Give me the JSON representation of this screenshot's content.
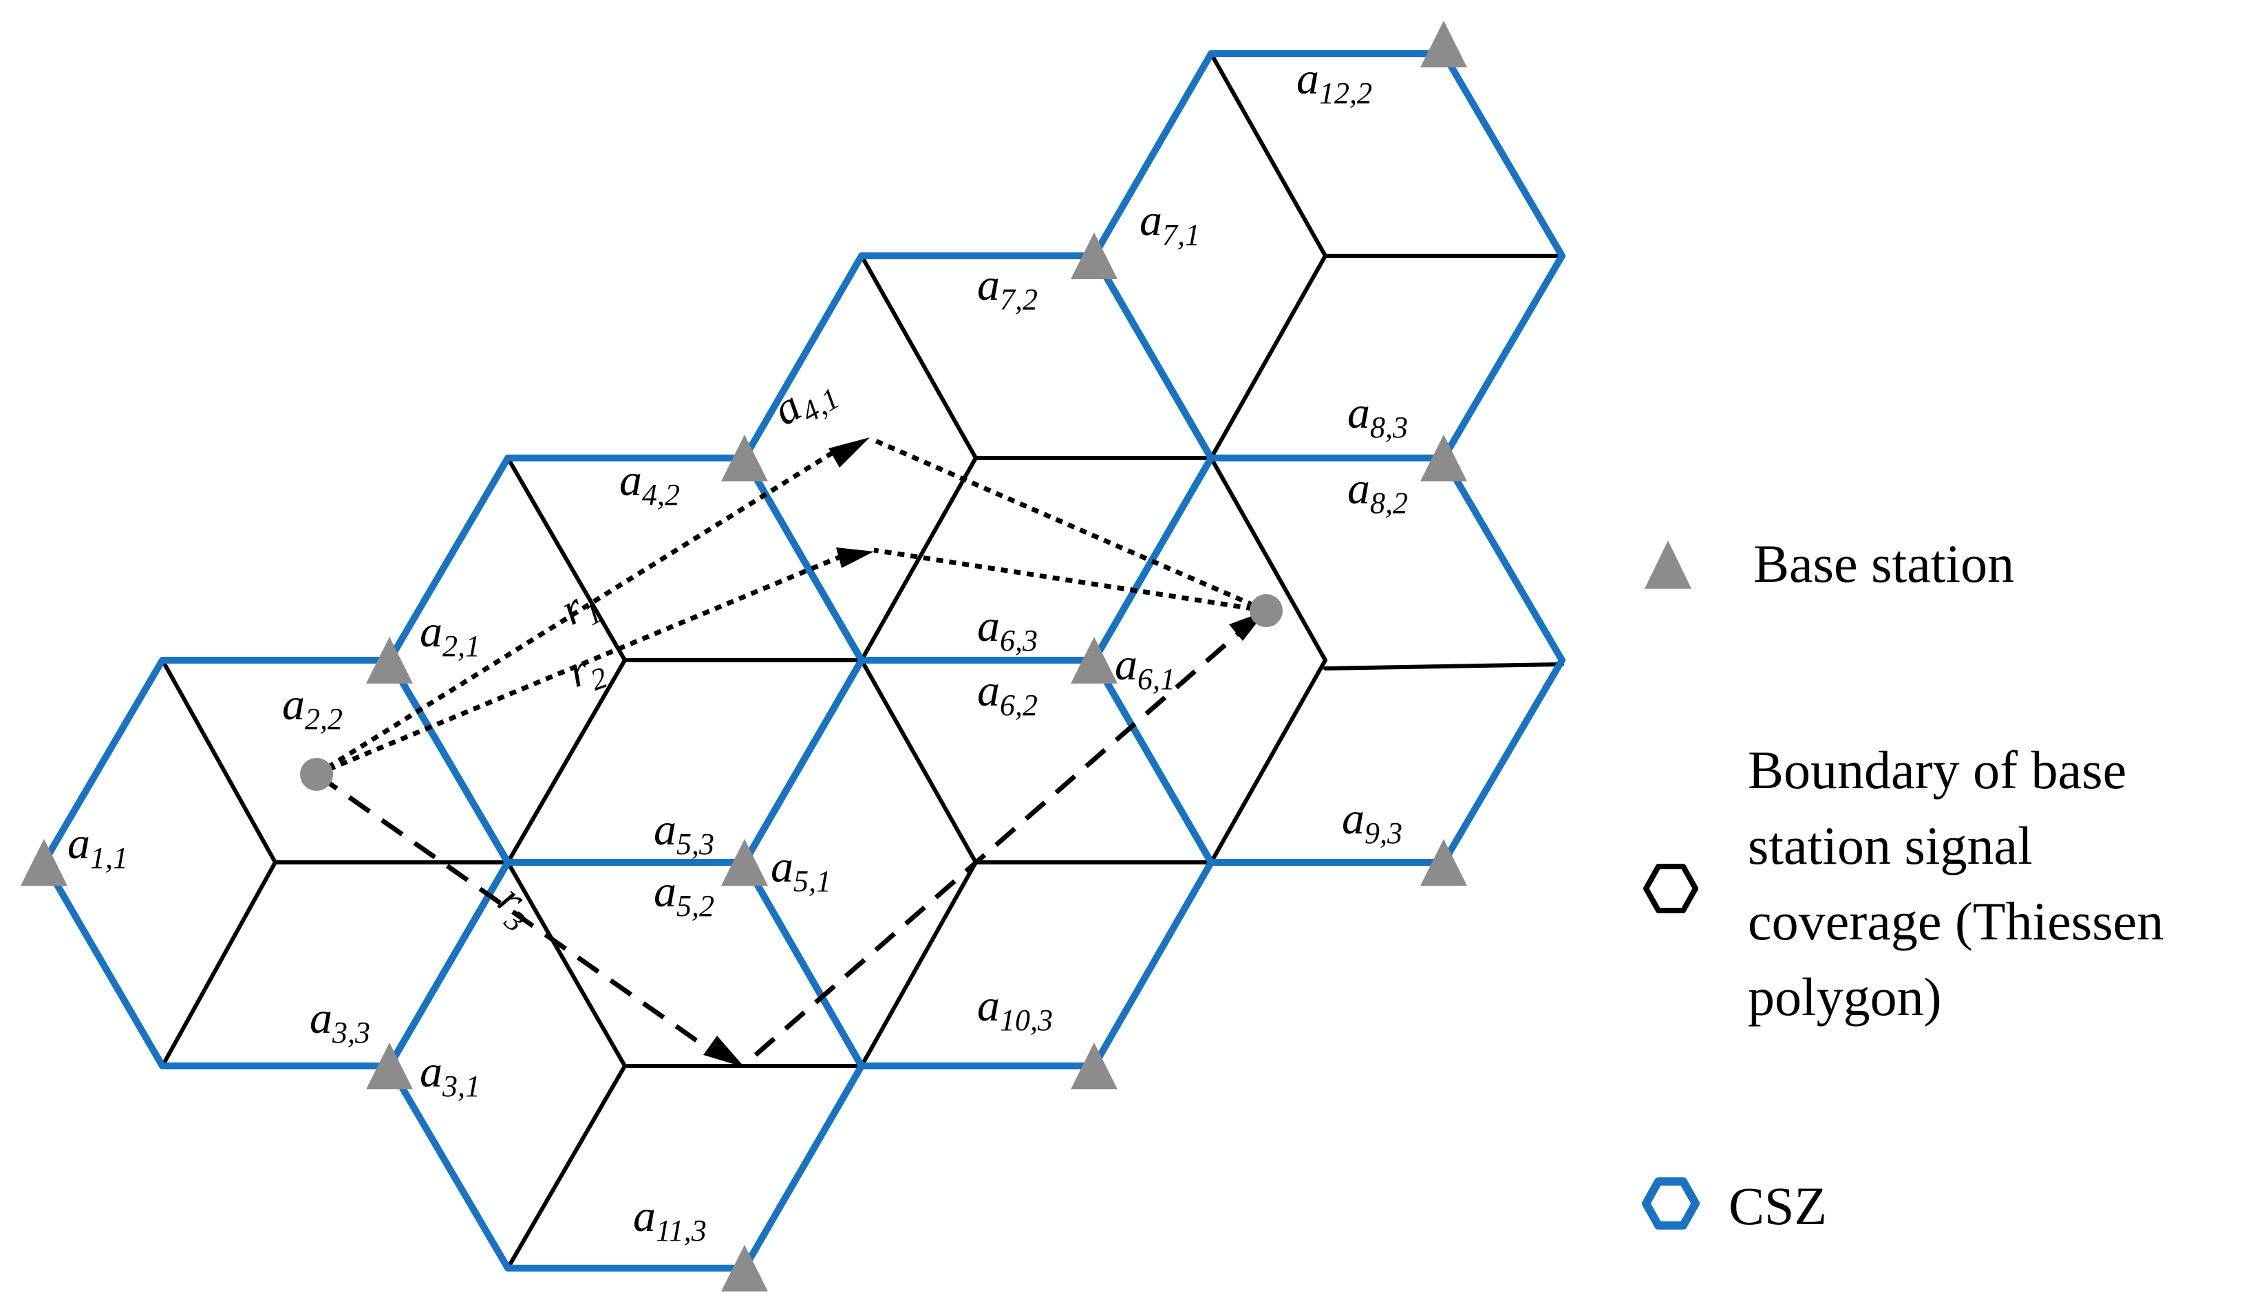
{
  "colors": {
    "csz": "#1a73c1",
    "boundary": "#000000",
    "base_station": "#8c8c8c",
    "point": "#8c8c8c",
    "background": "#ffffff"
  },
  "cell_labels": [
    {
      "id": "a11",
      "base": "a",
      "sub": "1,1"
    },
    {
      "id": "a22",
      "base": "a",
      "sub": "2,2"
    },
    {
      "id": "a21",
      "base": "a",
      "sub": "2,1"
    },
    {
      "id": "a33",
      "base": "a",
      "sub": "3,3"
    },
    {
      "id": "a31",
      "base": "a",
      "sub": "3,1"
    },
    {
      "id": "a42",
      "base": "a",
      "sub": "4,2"
    },
    {
      "id": "a41",
      "base": "a",
      "sub": "4,1"
    },
    {
      "id": "a53",
      "base": "a",
      "sub": "5,3"
    },
    {
      "id": "a52",
      "base": "a",
      "sub": "5,2"
    },
    {
      "id": "a51",
      "base": "a",
      "sub": "5,1"
    },
    {
      "id": "a63",
      "base": "a",
      "sub": "6,3"
    },
    {
      "id": "a62",
      "base": "a",
      "sub": "6,2"
    },
    {
      "id": "a61",
      "base": "a",
      "sub": "6,1"
    },
    {
      "id": "a72",
      "base": "a",
      "sub": "7,2"
    },
    {
      "id": "a71",
      "base": "a",
      "sub": "7,1"
    },
    {
      "id": "a83",
      "base": "a",
      "sub": "8,3"
    },
    {
      "id": "a82",
      "base": "a",
      "sub": "8,2"
    },
    {
      "id": "a93",
      "base": "a",
      "sub": "9,3"
    },
    {
      "id": "a103",
      "base": "a",
      "sub": "10,3"
    },
    {
      "id": "a113",
      "base": "a",
      "sub": "11,3"
    },
    {
      "id": "a122",
      "base": "a",
      "sub": "12,2"
    }
  ],
  "path_labels": [
    {
      "id": "r1",
      "base": "r",
      "sub": "1"
    },
    {
      "id": "r2",
      "base": "r",
      "sub": "2"
    },
    {
      "id": "r3",
      "base": "r",
      "sub": "3"
    }
  ],
  "legend": {
    "base_station": {
      "icon": "triangle-icon",
      "lines": [
        "Base station"
      ]
    },
    "boundary": {
      "icon": "black-hexagon-icon",
      "lines": [
        "Boundary of base",
        "station signal",
        "coverage (Thiessen",
        "polygon)"
      ]
    },
    "csz": {
      "icon": "blue-hexagon-icon",
      "lines": [
        "CSZ"
      ]
    }
  }
}
